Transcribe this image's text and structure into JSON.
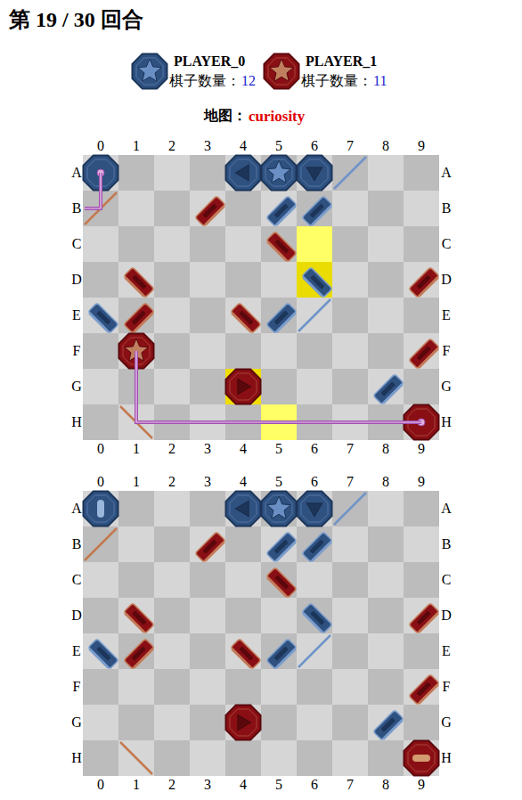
{
  "diagram": {
    "title": "第 19 / 30 回合",
    "labels": [
      "PLAYER_0",
      "棋子数量：",
      "12",
      "PLAYER_1",
      "棋子数量：",
      "11",
      "地图：",
      "curiosity",
      "0",
      "1",
      "2",
      "3",
      "4",
      "5",
      "6",
      "7",
      "8",
      "9",
      "0",
      "1",
      "2",
      "3",
      "4",
      "5",
      "6",
      "7",
      "8",
      "9",
      "A",
      "B",
      "C",
      "D",
      "E",
      "F",
      "G",
      "H",
      "A",
      "B",
      "C",
      "D",
      "E",
      "F",
      "G",
      "H",
      "0",
      "1",
      "2",
      "3",
      "4",
      "5",
      "6",
      "7",
      "8",
      "9",
      "0",
      "1",
      "2",
      "3",
      "4",
      "5",
      "6",
      "7",
      "8",
      "9",
      "A",
      "B",
      "C",
      "D",
      "E",
      "F",
      "G",
      "H",
      "A",
      "B",
      "C",
      "D",
      "E",
      "F",
      "G",
      "H"
    ]
  }
}
